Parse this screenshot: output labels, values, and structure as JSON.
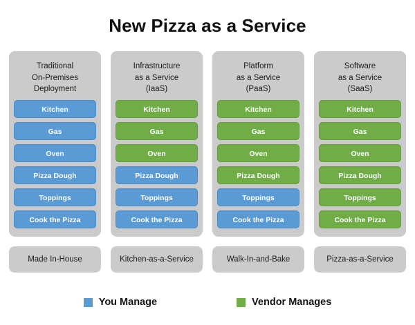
{
  "title": "New Pizza as a Service",
  "colors": {
    "you_manage": "#5B9BD5",
    "vendor_manages": "#70AD47",
    "card_background": "#CBCBCB",
    "page_background": "#FFFFFF",
    "text": "#1A1A1A"
  },
  "columns": [
    {
      "header_lines": [
        "Traditional",
        "On-Premises",
        "Deployment"
      ],
      "footer": "Made In-House",
      "items": [
        {
          "label": "Kitchen",
          "owner": "you"
        },
        {
          "label": "Gas",
          "owner": "you"
        },
        {
          "label": "Oven",
          "owner": "you"
        },
        {
          "label": "Pizza Dough",
          "owner": "you"
        },
        {
          "label": "Toppings",
          "owner": "you"
        },
        {
          "label": "Cook the Pizza",
          "owner": "you"
        }
      ]
    },
    {
      "header_lines": [
        "Infrastructure",
        "as a Service",
        "(IaaS)"
      ],
      "footer": "Kitchen-as-a-Service",
      "items": [
        {
          "label": "Kitchen",
          "owner": "vendor"
        },
        {
          "label": "Gas",
          "owner": "vendor"
        },
        {
          "label": "Oven",
          "owner": "vendor"
        },
        {
          "label": "Pizza Dough",
          "owner": "you"
        },
        {
          "label": "Toppings",
          "owner": "you"
        },
        {
          "label": "Cook the Pizza",
          "owner": "you"
        }
      ]
    },
    {
      "header_lines": [
        "Platform",
        "as a Service",
        "(PaaS)"
      ],
      "footer": "Walk-In-and-Bake",
      "items": [
        {
          "label": "Kitchen",
          "owner": "vendor"
        },
        {
          "label": "Gas",
          "owner": "vendor"
        },
        {
          "label": "Oven",
          "owner": "vendor"
        },
        {
          "label": "Pizza Dough",
          "owner": "vendor"
        },
        {
          "label": "Toppings",
          "owner": "you"
        },
        {
          "label": "Cook the Pizza",
          "owner": "you"
        }
      ]
    },
    {
      "header_lines": [
        "Software",
        "as a Service",
        "(SaaS)"
      ],
      "footer": "Pizza-as-a-Service",
      "items": [
        {
          "label": "Kitchen",
          "owner": "vendor"
        },
        {
          "label": "Gas",
          "owner": "vendor"
        },
        {
          "label": "Oven",
          "owner": "vendor"
        },
        {
          "label": "Pizza Dough",
          "owner": "vendor"
        },
        {
          "label": "Toppings",
          "owner": "vendor"
        },
        {
          "label": "Cook the Pizza",
          "owner": "vendor"
        }
      ]
    }
  ],
  "legend": [
    {
      "label": "You Manage",
      "owner": "you",
      "swatch_icon": "blue-square-icon"
    },
    {
      "label": "Vendor Manages",
      "owner": "vendor",
      "swatch_icon": "green-square-icon"
    }
  ]
}
